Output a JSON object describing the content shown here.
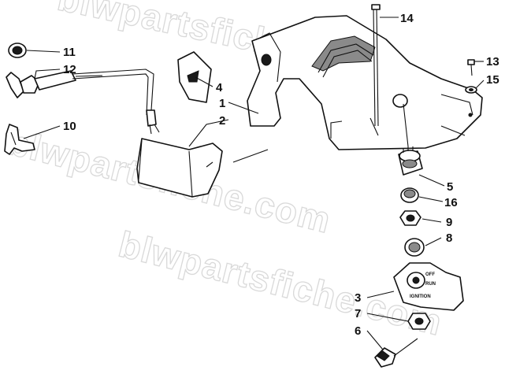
{
  "watermark": {
    "text": "blwpartsfiche.com",
    "color": "#d9d9d9"
  },
  "ignition_plate_text": {
    "ignition": "IGNITION",
    "off": "OFF",
    "run": "RUN"
  },
  "callouts": [
    {
      "id": "1",
      "label": "1"
    },
    {
      "id": "2",
      "label": "2"
    },
    {
      "id": "3",
      "label": "3"
    },
    {
      "id": "4",
      "label": "4"
    },
    {
      "id": "5",
      "label": "5"
    },
    {
      "id": "6",
      "label": "6"
    },
    {
      "id": "7",
      "label": "7"
    },
    {
      "id": "8",
      "label": "8"
    },
    {
      "id": "9",
      "label": "9"
    },
    {
      "id": "10",
      "label": "10"
    },
    {
      "id": "11",
      "label": "11"
    },
    {
      "id": "12",
      "label": "12"
    },
    {
      "id": "13",
      "label": "13"
    },
    {
      "id": "14",
      "label": "14"
    },
    {
      "id": "15",
      "label": "15"
    },
    {
      "id": "16",
      "label": "16"
    }
  ]
}
